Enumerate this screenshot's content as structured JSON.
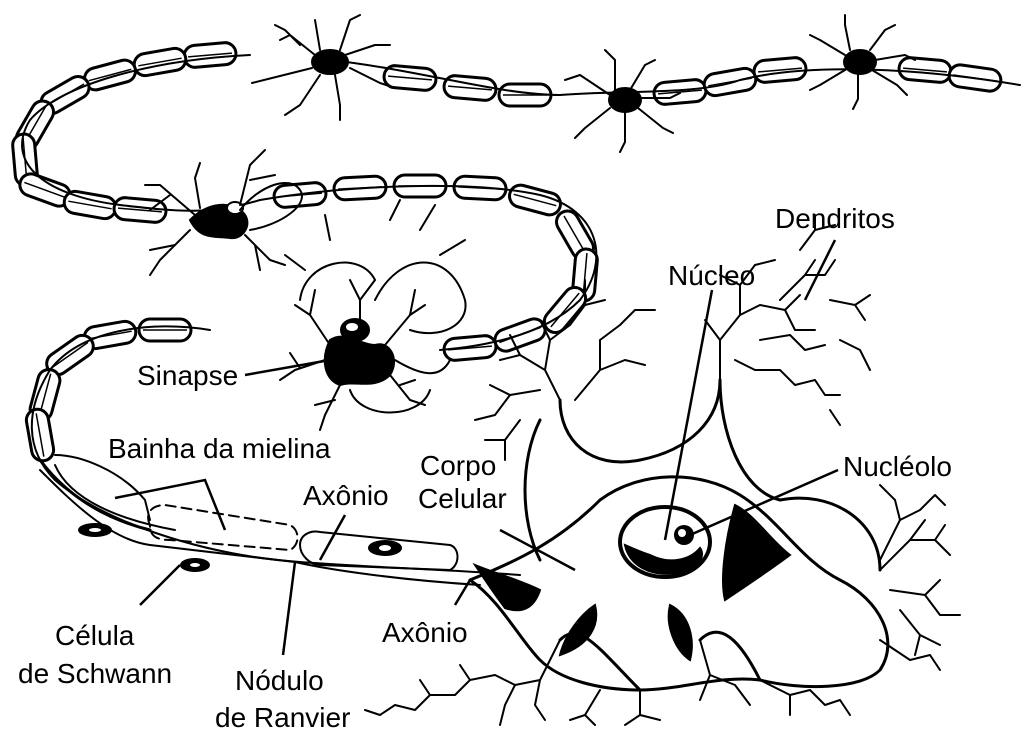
{
  "labels": {
    "dendritos": "Dendritos",
    "nucleo": "Núcleo",
    "sinapse": "Sinapse",
    "nucleolo": "Nucléolo",
    "bainha": "Bainha da mielina",
    "corpo1": "Corpo",
    "corpo2": "Celular",
    "axonio_upper": "Axônio",
    "axonio_lower": "Axônio",
    "celula1": "Célula",
    "celula2": "de Schwann",
    "nodulo1": "Nódulo",
    "nodulo2": "de Ranvier"
  },
  "colors": {
    "ink": "#000000",
    "background": "#ffffff"
  }
}
